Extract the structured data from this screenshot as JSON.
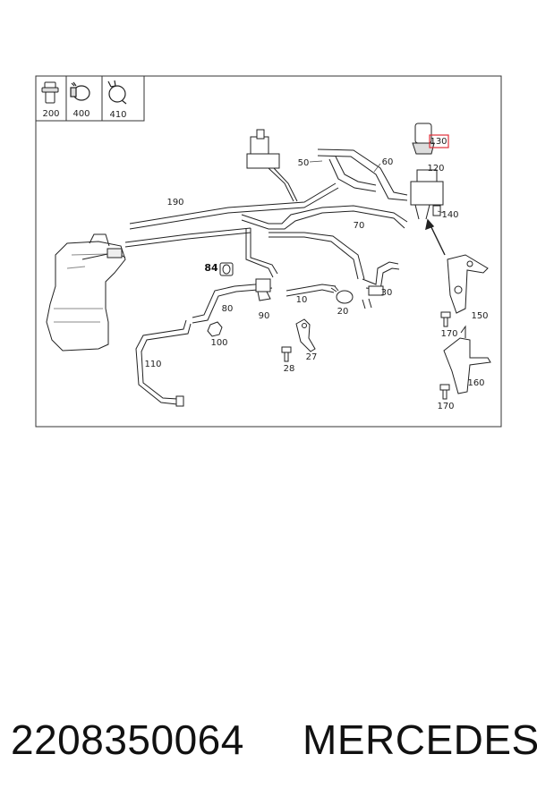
{
  "legend": {
    "items": [
      {
        "label": "200",
        "icon": "grommet-icon"
      },
      {
        "label": "400",
        "icon": "hose-clamp-icon"
      },
      {
        "label": "410",
        "icon": "spring-clamp-icon"
      }
    ]
  },
  "callouts": {
    "c130": "130",
    "c120": "120",
    "c140": "140",
    "c60": "60",
    "c50": "50",
    "c190": "190",
    "c70": "70",
    "c84": "84",
    "c10": "10",
    "c30": "30",
    "c80": "80",
    "c90": "90",
    "c20": "20",
    "c150": "150",
    "c170a": "170",
    "c100": "100",
    "c27": "27",
    "c28": "28",
    "c110": "110",
    "c160": "160",
    "c170b": "170"
  },
  "highlight": {
    "callout": "130",
    "color": "#e0303a"
  },
  "footer": {
    "part_number": "2208350064",
    "brand": "MERCEDES"
  }
}
